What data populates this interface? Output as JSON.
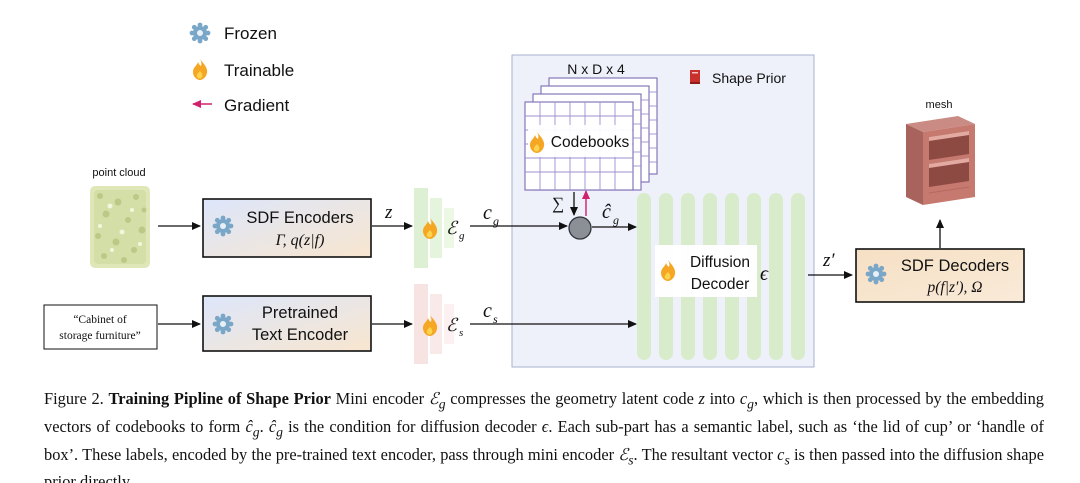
{
  "legend": {
    "frozen": "Frozen",
    "trainable": "Trainable",
    "gradient": "Gradient"
  },
  "inputs": {
    "point_cloud": "point cloud",
    "text_prompt_line1": "“Cabinet of",
    "text_prompt_line2": "storage furniture”"
  },
  "modules": {
    "sdf_encoders_title": "SDF Encoders",
    "sdf_encoders_formula": "Γ, q(z|f)",
    "text_encoder_line1": "Pretrained",
    "text_encoder_line2": "Text Encoder",
    "mini_encoder_g": "ℰ",
    "mini_encoder_g_sub": "g",
    "mini_encoder_s": "ℰ",
    "mini_encoder_s_sub": "s",
    "sdf_decoders_title": "SDF Decoders",
    "sdf_decoders_formula": "p(f|z′), Ω",
    "output_mesh": "mesh"
  },
  "shape_prior": {
    "title": "Shape Prior",
    "codebook_dims": "N x D x 4",
    "codebooks": "Codebooks",
    "diffusion_line1": "Diffusion",
    "diffusion_line2": "Decoder",
    "epsilon": "ϵ",
    "sum": "∑"
  },
  "symbols": {
    "z": "z",
    "cg": "c",
    "cg_sub": "g",
    "cg_hat": "ĉ",
    "cg_hat_sub": "g",
    "cs": "c",
    "cs_sub": "s",
    "z_prime": "z′"
  },
  "caption": {
    "label": "Figure 2.",
    "bold": "Training Pipline of Shape Prior",
    "t1": " Mini encoder ",
    "m1": "ℰ",
    "m1s": "g",
    "t2": " compresses the geometry latent code ",
    "m2": "z",
    "t3": " into ",
    "m3": "c",
    "m3s": "g",
    "t4": ", which is then processed by the embedding vectors of codebooks to form ",
    "m4": "ĉ",
    "m4s": "g",
    "t5": ". ",
    "m5": "ĉ",
    "m5s": "g",
    "t6": " is the condition for diffusion decoder ",
    "m6": "ϵ",
    "t7": ". Each sub-part has a semantic label, such as ‘the lid of cup’ or ‘handle of box’. These labels, encoded by the pre-trained text encoder, pass through mini encoder ",
    "m7": "ℰ",
    "m7s": "s",
    "t8": ". The resultant vector ",
    "m8": "c",
    "m8s": "s",
    "t9": " is then passed into the diffusion shape prior directly."
  }
}
